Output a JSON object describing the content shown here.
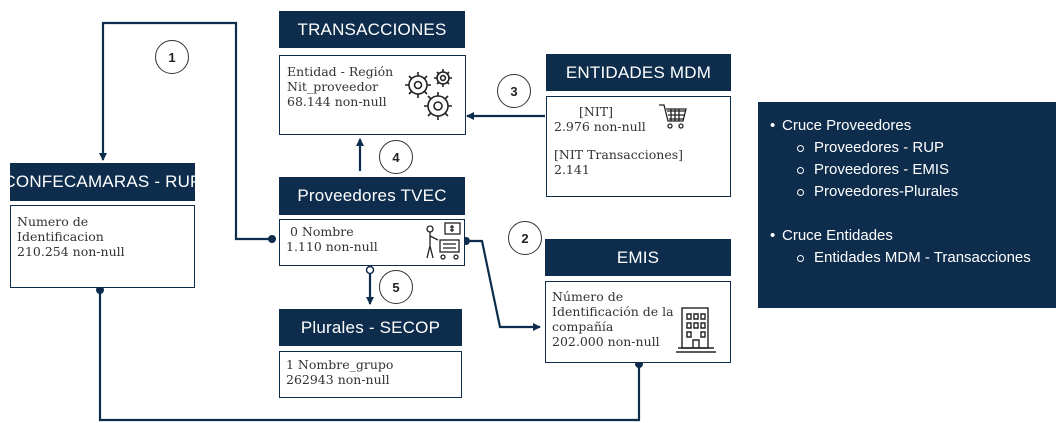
{
  "nodes": {
    "transacciones": {
      "title": "TRANSACCIONES",
      "lines": [
        "Entidad - Región",
        "Nit_proveedor",
        "68.144 non-null"
      ]
    },
    "entidades_mdm": {
      "title": "ENTIDADES MDM",
      "lines": [
        "[NIT]",
        "2.976 non-null",
        "[NIT Transacciones]",
        "2.141"
      ]
    },
    "confecamaras_rup": {
      "title": "CONFECAMARAS -  RUP",
      "lines": [
        "Numero de",
        "Identificacion",
        "210.254 non-null"
      ]
    },
    "proveedores_tvec": {
      "title": "Proveedores TVEC",
      "lines": [
        "0   Nombre",
        "1.110 non-null"
      ]
    },
    "emis": {
      "title": "EMIS",
      "lines": [
        "Número de",
        "Identificación de la",
        "compañía",
        "202.000 non-null"
      ]
    },
    "plurales_secop": {
      "title": "Plurales - SECOP",
      "lines": [
        "1   Nombre_grupo",
        "262943 non-null"
      ]
    }
  },
  "steps": [
    "1",
    "2",
    "3",
    "4",
    "5"
  ],
  "legend": {
    "groups": [
      {
        "label": "Cruce Proveedores",
        "items": [
          "Proveedores - RUP",
          "Proveedores - EMIS",
          "Proveedores-Plurales"
        ]
      },
      {
        "label": "Cruce Entidades",
        "items": [
          "Entidades MDM - Transacciones"
        ]
      }
    ]
  },
  "colors": {
    "navy": "#0e2d4d",
    "text": "#333333",
    "background": "#ffffff"
  },
  "icons": {
    "transacciones": "gears-icon",
    "entidades_mdm": "shopping-cart-icon",
    "proveedores_tvec": "vendor-icon",
    "emis": "office-building-icon"
  }
}
